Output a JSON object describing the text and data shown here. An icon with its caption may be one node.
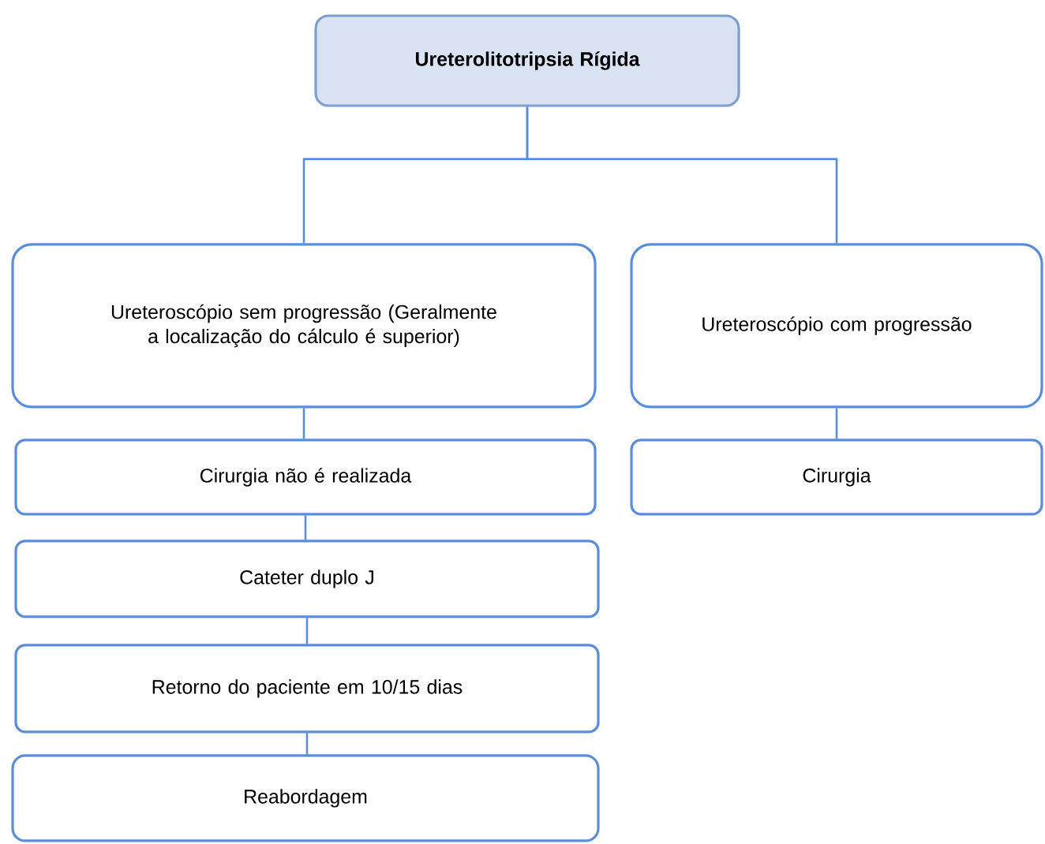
{
  "diagram": {
    "nodes": [
      {
        "text": [
          "Ureterolitotripsia Rígida"
        ]
      },
      {
        "text": [
          "Ureteroscópio sem progressão (Geralmente a localização do cálculo é superior)"
        ]
      },
      {
        "text": [
          "Ureteroscópio com progressão"
        ]
      },
      {
        "text": [
          "Cirurgia não é realizada"
        ]
      },
      {
        "text": [
          "Cirurgia"
        ]
      },
      {
        "text": [
          "Cateter duplo J"
        ]
      },
      {
        "text": [
          "Retorno do paciente em 10/15 dias"
        ]
      },
      {
        "text": [
          "Reabordagem"
        ]
      }
    ],
    "edges": [
      {
        "from": 0,
        "to": 1,
        "arrow": "none"
      },
      {
        "from": 0,
        "to": 2,
        "arrow": "none"
      },
      {
        "from": 1,
        "to": 3,
        "arrow": "none"
      },
      {
        "from": 2,
        "to": 4,
        "arrow": "none"
      },
      {
        "from": 3,
        "to": 5,
        "arrow": "none"
      },
      {
        "from": 5,
        "to": 6,
        "arrow": "none"
      },
      {
        "from": 6,
        "to": 7,
        "arrow": "none"
      }
    ]
  }
}
